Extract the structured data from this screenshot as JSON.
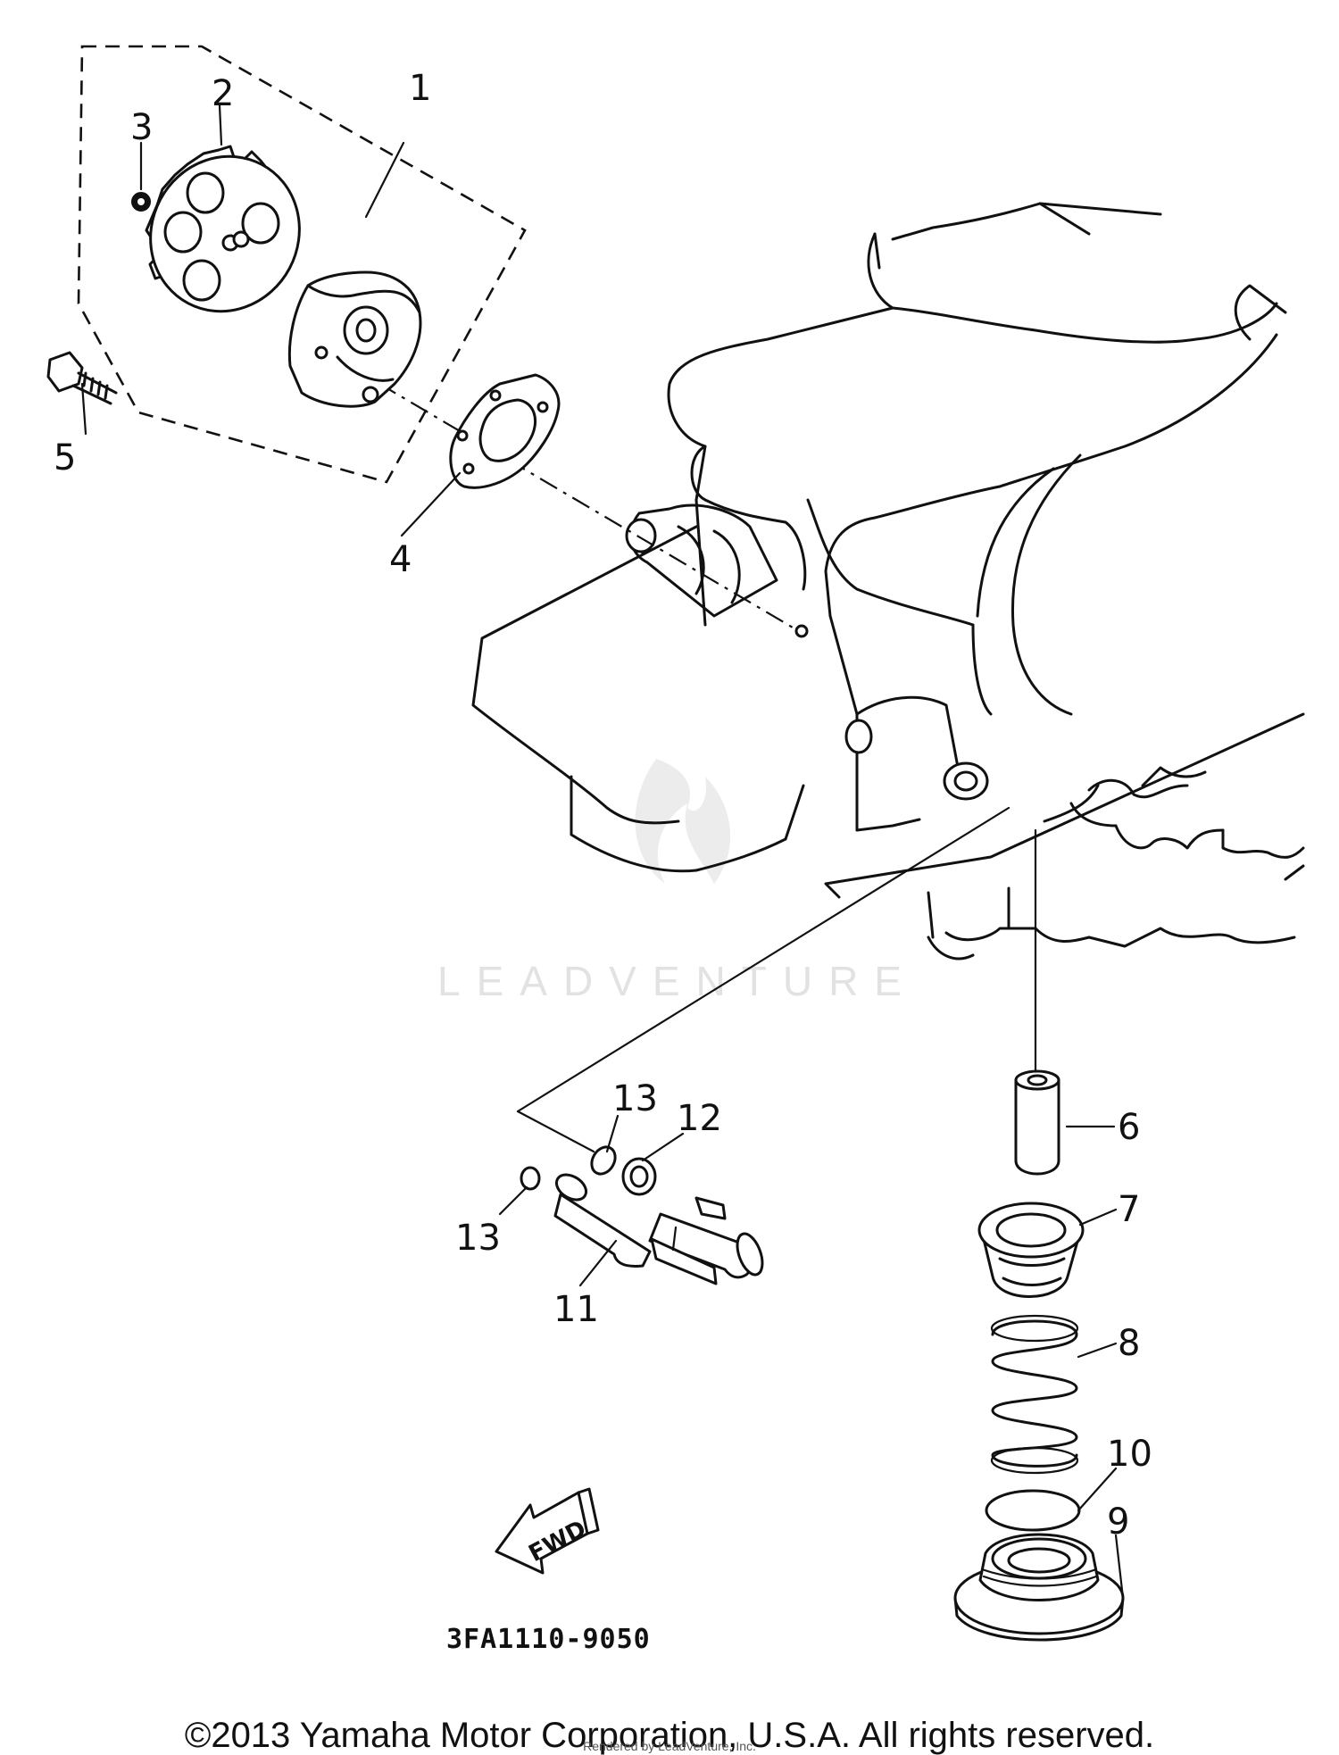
{
  "diagram": {
    "callouts": {
      "c1": "1",
      "c2": "2",
      "c3": "3",
      "c4": "4",
      "c5": "5",
      "c6": "6",
      "c7": "7",
      "c8": "8",
      "c9": "9",
      "c10": "10",
      "c11": "11",
      "c12": "12",
      "c13a": "13",
      "c13b": "13"
    },
    "part_code": "3FA1110-9050",
    "fwd_label": "FWD",
    "watermark": "LEADVENTURE"
  },
  "footer": {
    "copyright": "©2013 Yamaha Motor Corporation, U.S.A. All rights reserved.",
    "rendered_by": "Rendered by LeadVenture, Inc."
  }
}
